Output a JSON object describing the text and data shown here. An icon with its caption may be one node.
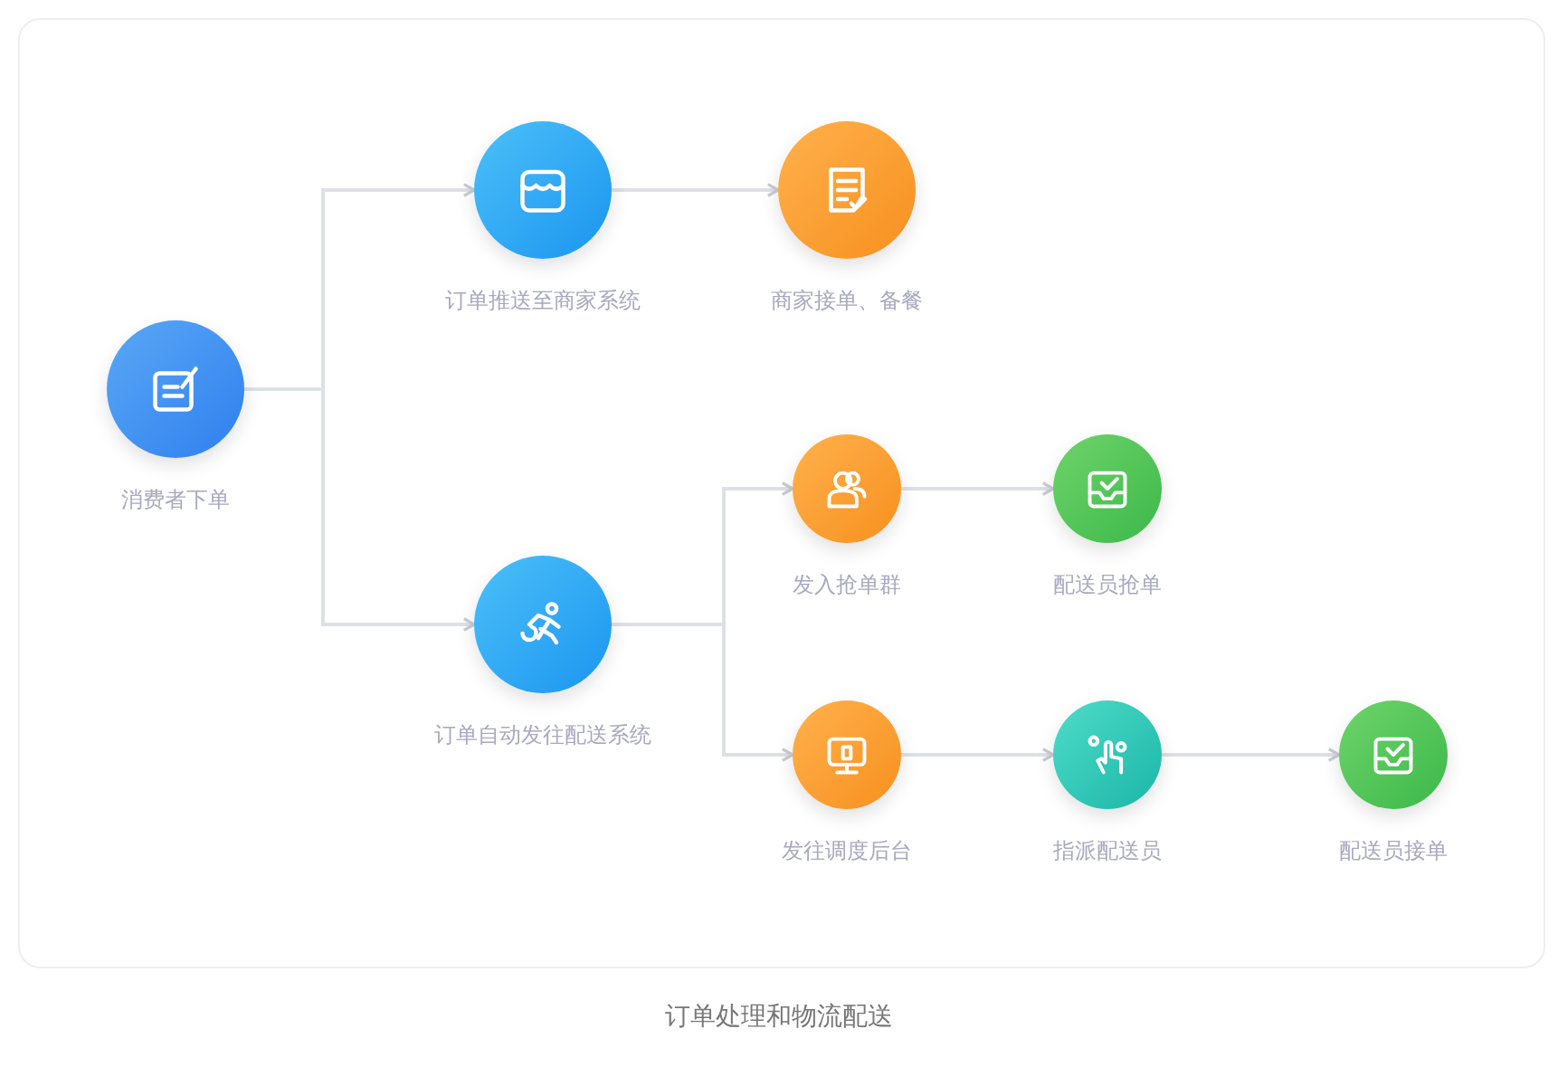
{
  "diagram": {
    "caption": "订单处理和物流配送",
    "nodes": [
      {
        "text": [
          "消费者下单"
        ]
      },
      {
        "text": [
          "订单推送至商家系统"
        ]
      },
      {
        "text": [
          "商家接单、备餐"
        ]
      },
      {
        "text": [
          "订单自动发往配送系统"
        ]
      },
      {
        "text": [
          "发入抢单群"
        ]
      },
      {
        "text": [
          "配送员抢单"
        ]
      },
      {
        "text": [
          "发往调度后台"
        ]
      },
      {
        "text": [
          "指派配送员"
        ]
      },
      {
        "text": [
          "配送员接单"
        ]
      }
    ],
    "edges": [
      {
        "from": 0,
        "to": 1,
        "arrow": "to"
      },
      {
        "from": 0,
        "to": 3,
        "arrow": "to"
      },
      {
        "from": 1,
        "to": 2,
        "arrow": "to"
      },
      {
        "from": 3,
        "to": 4,
        "arrow": "to"
      },
      {
        "from": 3,
        "to": 6,
        "arrow": "to"
      },
      {
        "from": 4,
        "to": 5,
        "arrow": "to"
      },
      {
        "from": 6,
        "to": 7,
        "arrow": "to"
      },
      {
        "from": 7,
        "to": 8,
        "arrow": "to"
      }
    ]
  }
}
